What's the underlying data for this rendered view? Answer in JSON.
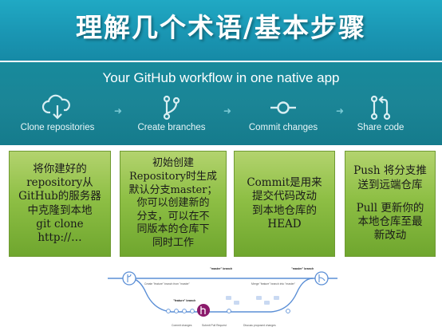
{
  "title": "理解几个术语/基本步骤",
  "workflow": {
    "heading": "Your GitHub workflow in one native app",
    "steps": [
      {
        "label": "Clone repositories",
        "icon": "cloud-download-icon"
      },
      {
        "label": "Create branches",
        "icon": "branch-icon"
      },
      {
        "label": "Commit changes",
        "icon": "commit-icon"
      },
      {
        "label": "Share code",
        "icon": "pull-request-icon"
      }
    ],
    "arrow": "➜"
  },
  "boxes": [
    {
      "text": "将你建好的\nrepository从\nGitHub的服务器\n中克隆到本地\ngit  clone\nhttp://…"
    },
    {
      "text": "初始创建\nRepository时生成\n默认分支master；\n你可以创建新的\n分支，可以在不\n同版本的仓库下\n同时工作"
    },
    {
      "text": "Commit是用来\n提交代码改动\n到本地仓库的\nHEAD"
    },
    {
      "text_push": "Push 将分支推\n送到远端仓库",
      "text_pull": "Pull 更新你的\n本地仓库至最\n新改动"
    }
  ],
  "diagram": {
    "master_label_1": "\"master\"  branch",
    "master_label_2": "\"master\"  branch",
    "create_label": "Create  \"feature\"  branch from  \"master\"",
    "merge_label": "Merge  \"feature\"  branch into  \"master\"",
    "feature_label": "\"feature\"  branch",
    "commit_label": "Commit changes",
    "submit_label": "Submit Pull Request",
    "discuss_label": "Discuss proposed changes"
  },
  "colors": {
    "title_band": "#1a96b3",
    "workflow_band": "#178a9c",
    "box_green": "#8ebf45",
    "diagram_blue": "#5b8fd6",
    "pr_purple": "#8b1a6b"
  }
}
